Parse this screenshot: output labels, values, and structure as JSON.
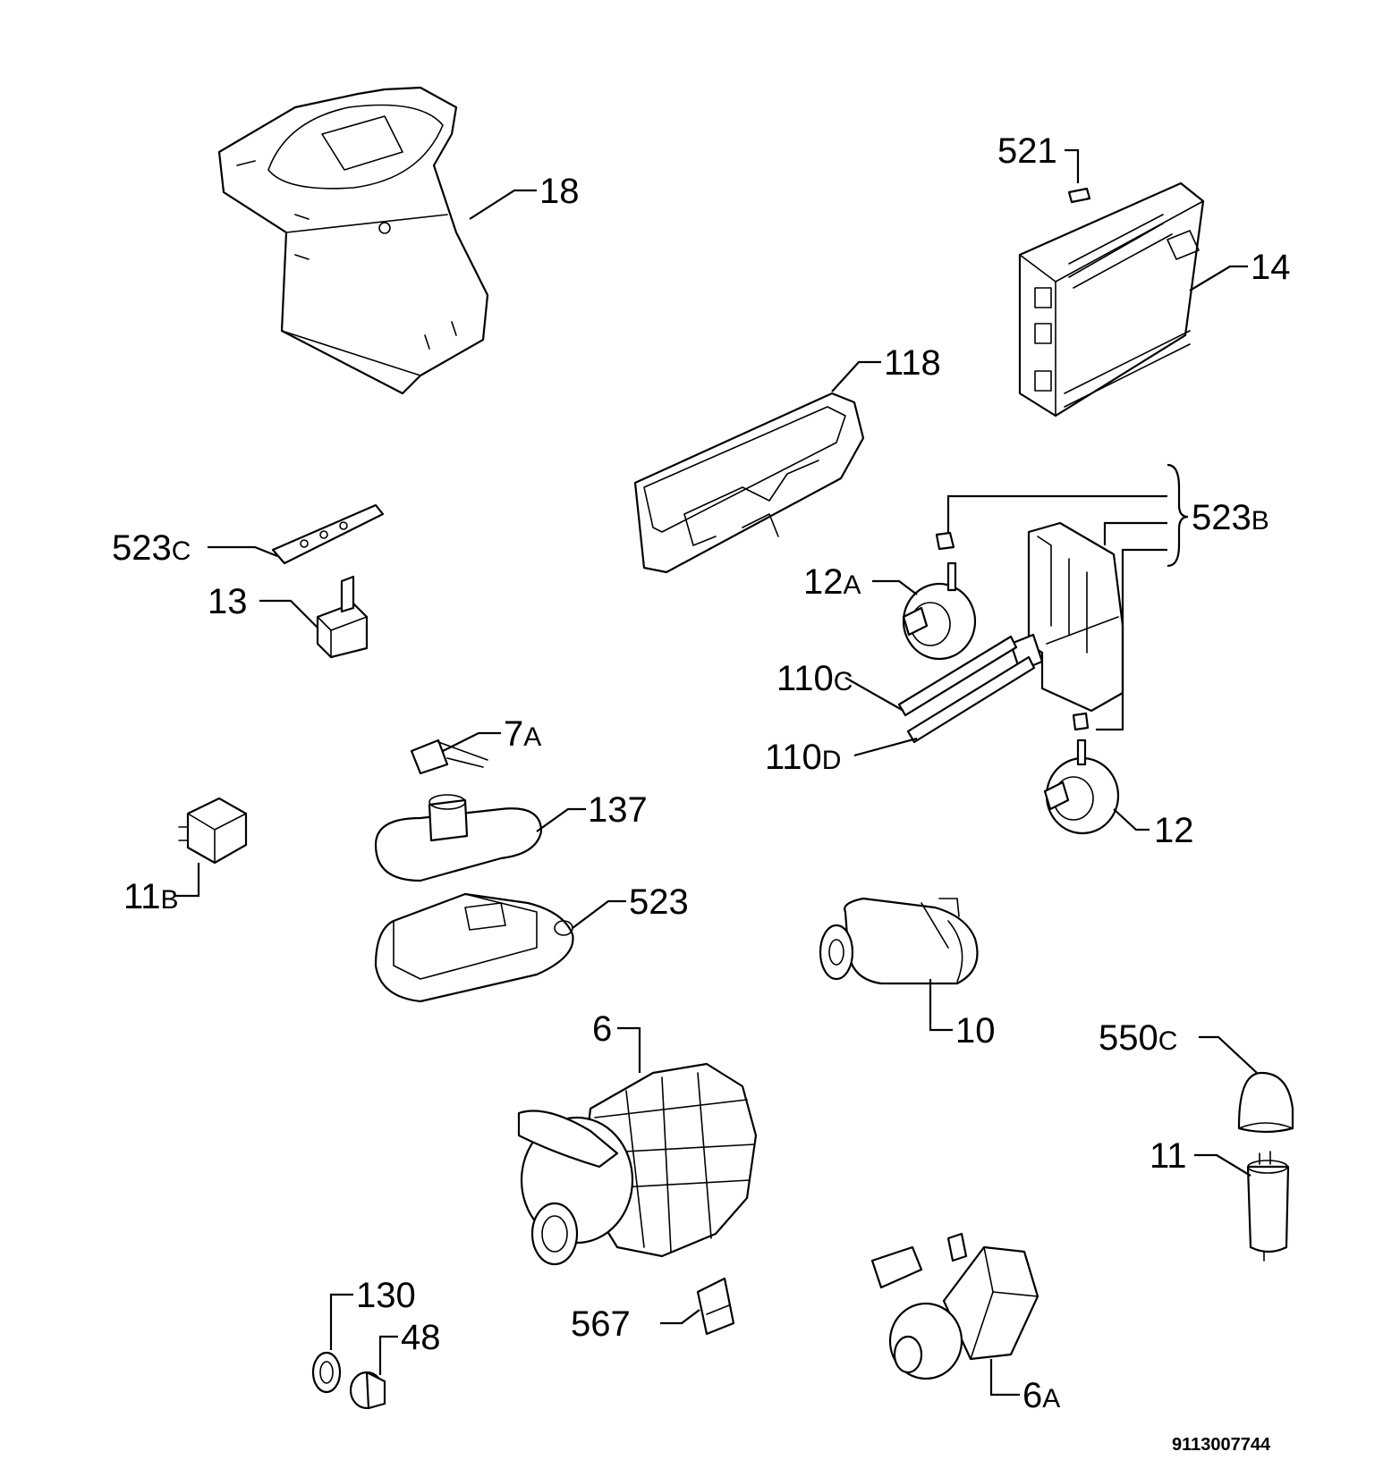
{
  "diagram": {
    "document_number": "9113007744",
    "callouts": [
      {
        "id": "18",
        "main": "18",
        "suffix": ""
      },
      {
        "id": "521",
        "main": "521",
        "suffix": ""
      },
      {
        "id": "14",
        "main": "14",
        "suffix": ""
      },
      {
        "id": "118",
        "main": "118",
        "suffix": ""
      },
      {
        "id": "523b",
        "main": "523",
        "suffix": "B"
      },
      {
        "id": "523c",
        "main": "523",
        "suffix": "C"
      },
      {
        "id": "13",
        "main": "13",
        "suffix": ""
      },
      {
        "id": "12a",
        "main": "12",
        "suffix": "A"
      },
      {
        "id": "110c",
        "main": "110",
        "suffix": "C"
      },
      {
        "id": "110d",
        "main": "110",
        "suffix": "D"
      },
      {
        "id": "7a",
        "main": "7",
        "suffix": "A"
      },
      {
        "id": "137",
        "main": "137",
        "suffix": ""
      },
      {
        "id": "12",
        "main": "12",
        "suffix": ""
      },
      {
        "id": "11b",
        "main": "11",
        "suffix": "B"
      },
      {
        "id": "523",
        "main": "523",
        "suffix": ""
      },
      {
        "id": "10",
        "main": "10",
        "suffix": ""
      },
      {
        "id": "6",
        "main": "6",
        "suffix": ""
      },
      {
        "id": "550c",
        "main": "550",
        "suffix": "C"
      },
      {
        "id": "11",
        "main": "11",
        "suffix": ""
      },
      {
        "id": "130",
        "main": "130",
        "suffix": ""
      },
      {
        "id": "48",
        "main": "48",
        "suffix": ""
      },
      {
        "id": "567",
        "main": "567",
        "suffix": ""
      },
      {
        "id": "6a",
        "main": "6",
        "suffix": "A"
      }
    ]
  }
}
